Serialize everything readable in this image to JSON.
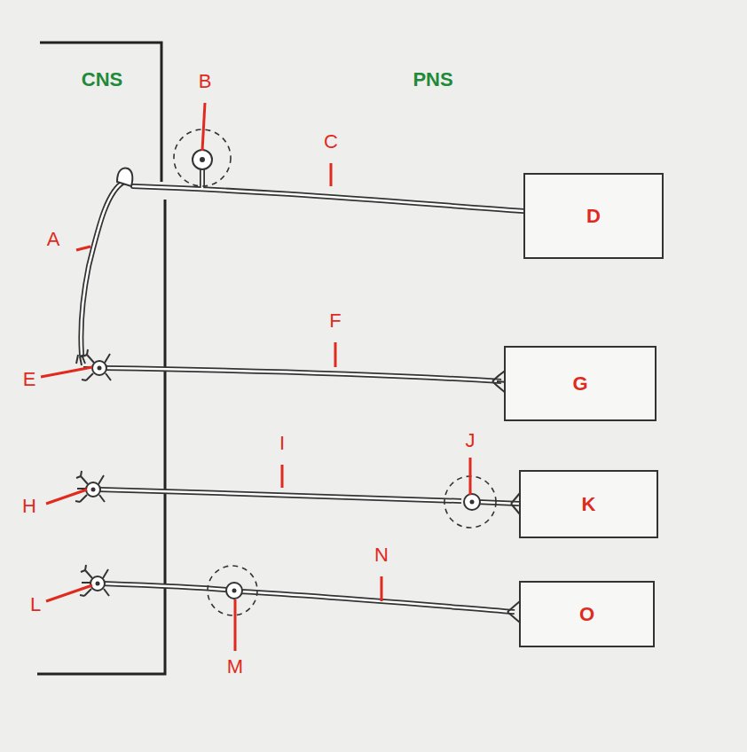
{
  "diagram": {
    "nodes": [
      {
        "text": [
          "D"
        ]
      },
      {
        "text": [
          "G"
        ]
      },
      {
        "text": [
          "K"
        ]
      },
      {
        "text": [
          "O"
        ]
      }
    ],
    "labels": [
      "CNS",
      "B",
      "PNS",
      "C",
      "A",
      "F",
      "E",
      "H",
      "I",
      "J",
      "L",
      "N",
      "M"
    ]
  }
}
